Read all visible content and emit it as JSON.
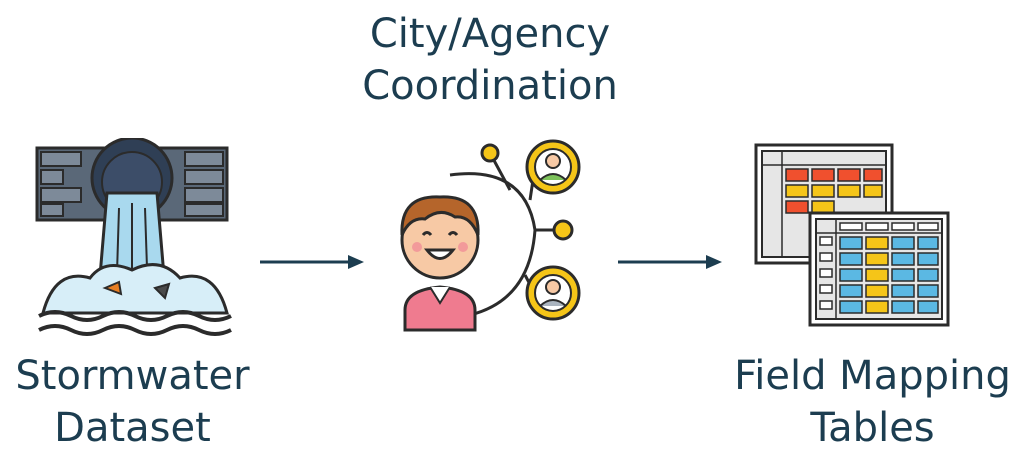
{
  "nodes": {
    "stormwater": {
      "line1": "Stormwater",
      "line2": "Dataset",
      "icon": "storm-drain-icon"
    },
    "city": {
      "line1": "City/Agency",
      "line2": "Coordination",
      "icon": "people-network-icon"
    },
    "field": {
      "line1": "Field Mapping",
      "line2": "Tables",
      "icon": "spreadsheet-tables-icon"
    }
  },
  "colors": {
    "text": "#1c3d50",
    "outline": "#2b2b2b",
    "arrow": "#1c3d50",
    "water": "#9fd4ea",
    "brick": "#4d5b6d",
    "table_red": "#f0502e",
    "table_yellow": "#f5c518",
    "table_blue": "#5bb8e3"
  }
}
